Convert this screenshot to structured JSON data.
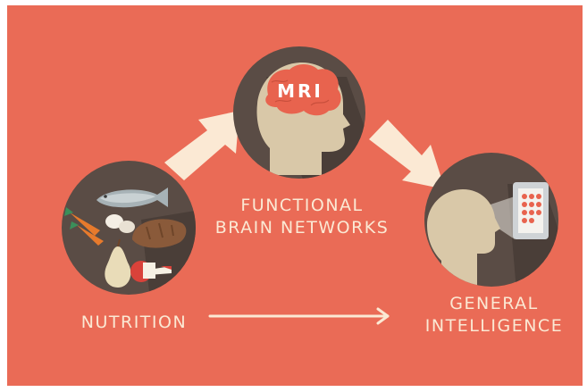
{
  "diagram": {
    "colors": {
      "background": "#ea6b56",
      "circle": "#5a4c45",
      "shadow": "#4a3e38",
      "silhouette": "#d9c8a8",
      "arrow": "#fbe9d4",
      "brain": "#e8634e"
    },
    "nodes": {
      "mri_badge": "MRI",
      "functional": {
        "line1": "FUNCTIONAL",
        "line2": "BRAIN NETWORKS"
      },
      "nutrition": "NUTRITION",
      "general": {
        "line1": "GENERAL",
        "line2": "INTELLIGENCE"
      }
    },
    "icons": [
      "fish-icon",
      "bread-icon",
      "carrot-icon",
      "egg-icon",
      "pear-icon",
      "apple-icon",
      "head-silhouette-icon",
      "brain-icon",
      "tablet-icon"
    ]
  }
}
